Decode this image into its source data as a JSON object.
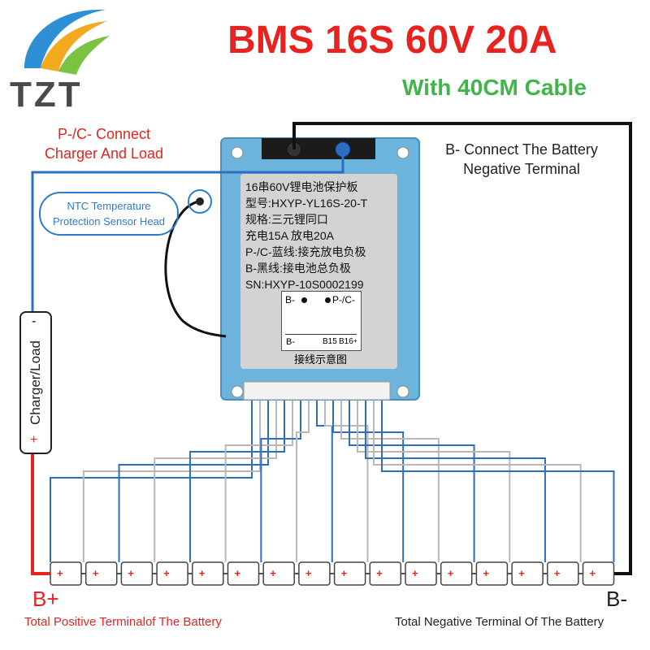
{
  "logo": {
    "text": "TZT"
  },
  "title": "BMS 16S 60V 20A",
  "subtitle": "With 40CM Cable",
  "notes": {
    "p_connect": [
      "P-/C- Connect",
      "Charger And Load"
    ],
    "b_connect": [
      "B- Connect The Battery",
      "Negative Terminal"
    ],
    "ntc": [
      "NTC Temperature",
      "Protection Sensor Head"
    ]
  },
  "board_label": {
    "lines": [
      "16串60V锂电池保护板",
      "型号:HXYP-YL16S-20-T",
      "规格:三元锂同口",
      "充电15A   放电20A",
      "P-/C-蓝线:接充放电负极",
      "B-黑线:接电池总负极",
      "SN:HXYP-10S0002199"
    ],
    "diagram": {
      "b_minus": "B-",
      "p_minus": "P-/C-",
      "b_bottom": "B-",
      "b15": "B15",
      "b16": "B16",
      "plus": "+"
    },
    "caption": "接线示意图"
  },
  "charger_label": {
    "text": "Charger/Load",
    "minus": "-",
    "plus": "+"
  },
  "battery": {
    "cell_count": 16,
    "cell_plus": "+"
  },
  "terminals": {
    "b_plus": "B+",
    "b_minus": "B-",
    "positive_note": "Total Positive Terminalof The Battery",
    "negative_note": "Total Negative Terminal Of The Battery"
  },
  "colors": {
    "title": "#e8231f",
    "subtitle": "#3fb54a",
    "board": "#6cb4dc",
    "blue_wire": "#2c6fc2",
    "gray_wire": "#b8b8b8",
    "red_wire": "#e8231f",
    "black_wire": "#111111"
  }
}
